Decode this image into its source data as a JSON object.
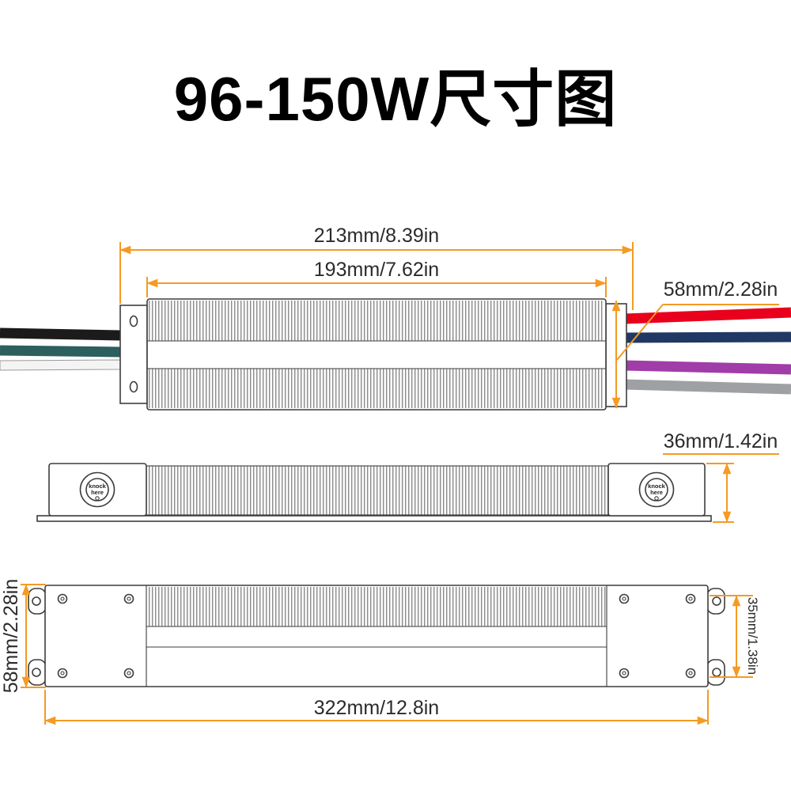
{
  "title": "96-150W尺寸图",
  "top_view": {
    "dim_outer_length": "213mm/8.39in",
    "dim_inner_length": "193mm/7.62in",
    "dim_height": "58mm/2.28in"
  },
  "side_view": {
    "dim_height": "36mm/1.42in",
    "knock_word1": "knock",
    "knock_word2": "here"
  },
  "bottom_view": {
    "dim_height_outer": "58mm/2.28in",
    "dim_height_inner": "35mm/1.38in",
    "dim_length": "322mm/12.8in"
  },
  "colors": {
    "dimension_line": "#F59A23",
    "outline": "#3D3D3D",
    "wire_red": "#E8001D",
    "wire_navy": "#203864",
    "wire_purple": "#A03DA8",
    "wire_gray": "#9EA0A4",
    "wire_black": "#1B1B1B",
    "wire_teal": "#2C5F5D",
    "wire_white": "#F4F4F4"
  }
}
